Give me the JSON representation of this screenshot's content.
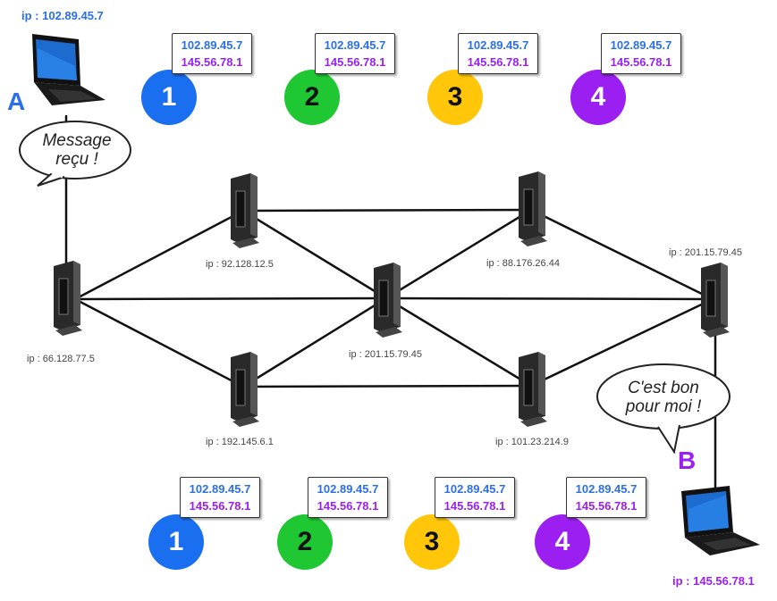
{
  "colors": {
    "source": "#2b6fe8",
    "destination": "#9b1ff0",
    "packet_1": "#1a6ff0",
    "packet_2": "#1fc733",
    "packet_3": "#ffc60a",
    "packet_4": "#9b1ff0",
    "link": "#111111"
  },
  "host_a": {
    "letter": "A",
    "ip": "ip : 102.89.45.7",
    "bubble": [
      "Message",
      "reçu !"
    ]
  },
  "host_b": {
    "letter": "B",
    "ip": "ip : 145.56.78.1",
    "bubble": [
      "C'est bon",
      "pour moi !"
    ]
  },
  "routers": {
    "r1": "ip : 66.128.77.5",
    "r2": "ip : 92.128.12.5",
    "r3": "ip : 192.145.6.1",
    "r4": "ip : 201.15.79.45",
    "r5": "ip : 88.176.26.44",
    "r6": "ip : 101.23.214.9",
    "r7": "ip : 201.15.79.45"
  },
  "packets_top": [
    {
      "number": "1",
      "source": "102.89.45.7",
      "destination": "145.56.78.1"
    },
    {
      "number": "2",
      "source": "102.89.45.7",
      "destination": "145.56.78.1"
    },
    {
      "number": "3",
      "source": "102.89.45.7",
      "destination": "145.56.78.1"
    },
    {
      "number": "4",
      "source": "102.89.45.7",
      "destination": "145.56.78.1"
    }
  ],
  "packets_bottom": [
    {
      "number": "1",
      "source": "102.89.45.7",
      "destination": "145.56.78.1"
    },
    {
      "number": "2",
      "source": "102.89.45.7",
      "destination": "145.56.78.1"
    },
    {
      "number": "3",
      "source": "102.89.45.7",
      "destination": "145.56.78.1"
    },
    {
      "number": "4",
      "source": "102.89.45.7",
      "destination": "145.56.78.1"
    }
  ]
}
